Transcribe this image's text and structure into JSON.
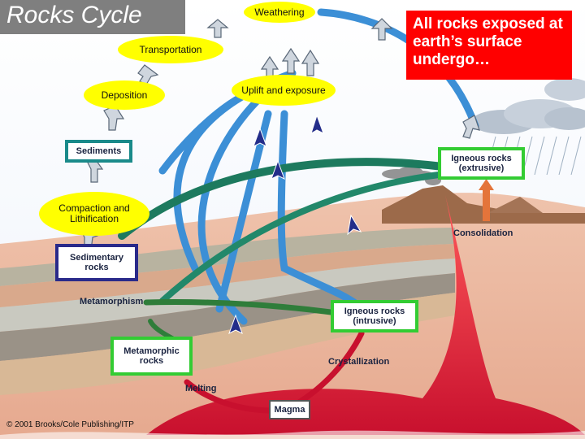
{
  "slide": {
    "title": "Rocks Cycle",
    "note": "All rocks exposed at earth’s surface undergo…",
    "copyright": "© 2001 Brooks/Cole Publishing/ITP"
  },
  "process_ovals": {
    "weathering": "Weathering",
    "transportation": "Transportation",
    "deposition": "Deposition",
    "uplift": "Uplift and exposure",
    "compaction": "Compaction and Lithification"
  },
  "rock_boxes": {
    "sediments": "Sediments",
    "sedimentary": "Sedimentary rocks",
    "metamorphic": "Metamorphic rocks",
    "igneous_intrusive": "Igneous rocks (intrusive)",
    "igneous_extrusive": "Igneous rocks (extrusive)",
    "magma": "Magma"
  },
  "diagram_labels": {
    "metamorphism": "Metamorphism",
    "consolidation": "Consolidation",
    "crystallization": "Crystallization",
    "melting": "Melting"
  },
  "colors": {
    "process_oval": "#ffff00",
    "note_box": "#ff0000",
    "title_bar": "#7f7f7f",
    "teal_border": "#1a8a8a",
    "navy_border": "#2a2a8a",
    "green_border": "#33cc33",
    "magma": "#d42a2a"
  }
}
